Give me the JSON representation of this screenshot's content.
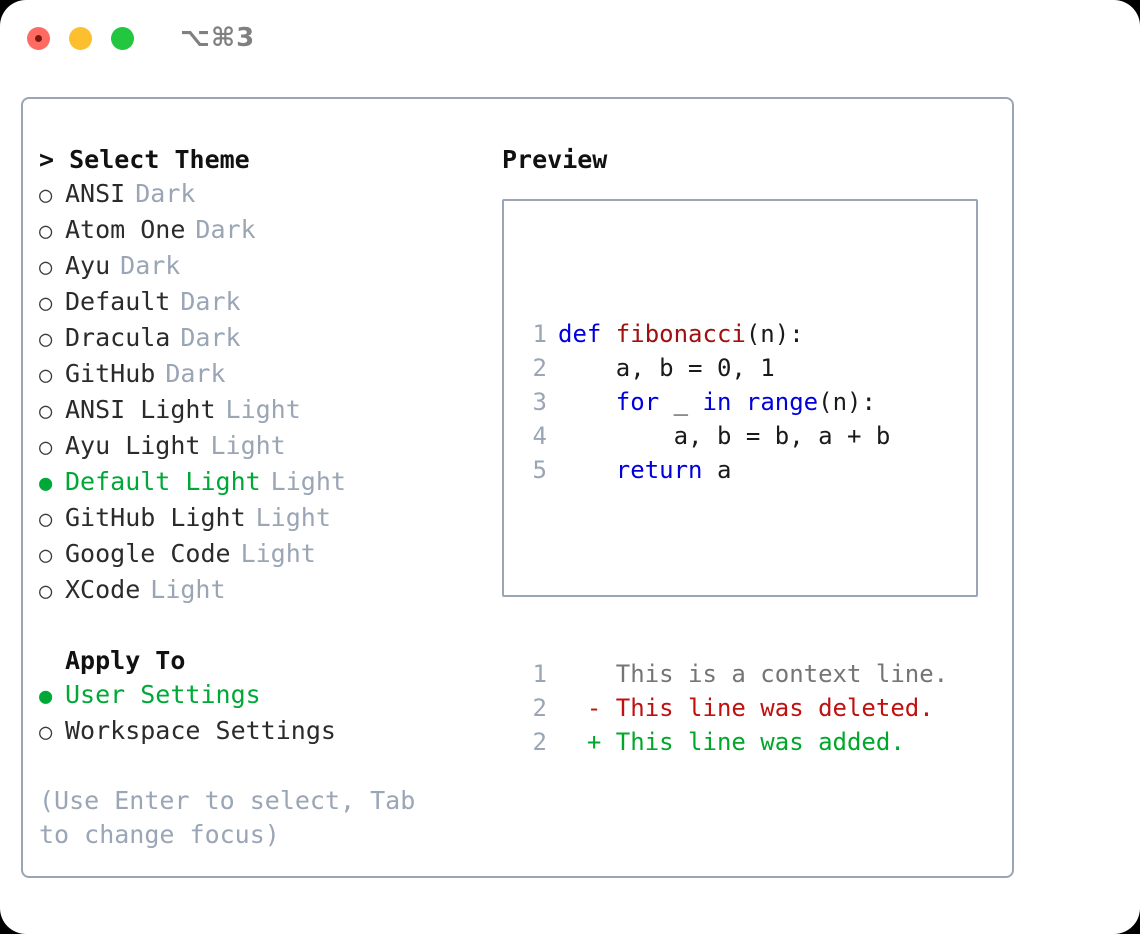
{
  "window": {
    "title_shortcut": "⌥⌘3",
    "traffic_lights": [
      {
        "name": "close",
        "color": "#ff6b60"
      },
      {
        "name": "minimize",
        "color": "#fcbf2e"
      },
      {
        "name": "maximize",
        "color": "#22c63f"
      }
    ]
  },
  "theme_picker": {
    "header": "> Select Theme",
    "options": [
      {
        "bullet": "○",
        "name": "ANSI",
        "tag": "Dark",
        "selected": false
      },
      {
        "bullet": "○",
        "name": "Atom One",
        "tag": "Dark",
        "selected": false
      },
      {
        "bullet": "○",
        "name": "Ayu",
        "tag": "Dark",
        "selected": false
      },
      {
        "bullet": "○",
        "name": "Default",
        "tag": "Dark",
        "selected": false
      },
      {
        "bullet": "○",
        "name": "Dracula",
        "tag": "Dark",
        "selected": false
      },
      {
        "bullet": "○",
        "name": "GitHub",
        "tag": "Dark",
        "selected": false
      },
      {
        "bullet": "○",
        "name": "ANSI Light",
        "tag": "Light",
        "selected": false
      },
      {
        "bullet": "○",
        "name": "Ayu Light",
        "tag": "Light",
        "selected": false
      },
      {
        "bullet": "●",
        "name": "Default Light",
        "tag": "Light",
        "selected": true
      },
      {
        "bullet": "○",
        "name": "GitHub Light",
        "tag": "Light",
        "selected": false
      },
      {
        "bullet": "○",
        "name": "Google Code",
        "tag": "Light",
        "selected": false
      },
      {
        "bullet": "○",
        "name": "XCode",
        "tag": "Light",
        "selected": false
      }
    ]
  },
  "apply_to": {
    "header": "Apply To",
    "options": [
      {
        "bullet": "●",
        "name": "User Settings",
        "selected": true
      },
      {
        "bullet": "○",
        "name": "Workspace Settings",
        "selected": false
      }
    ]
  },
  "hint": "(Use Enter to select, Tab to change focus)",
  "preview": {
    "title": "Preview",
    "code_lines": [
      {
        "number": "1",
        "spans": [
          {
            "text": "def ",
            "style": "kw"
          },
          {
            "text": "fibonacci",
            "style": "fn"
          },
          {
            "text": "(n):",
            "style": "pln"
          }
        ]
      },
      {
        "number": "2",
        "spans": [
          {
            "text": "    a, b = 0, 1",
            "style": "pln"
          }
        ]
      },
      {
        "number": "3",
        "spans": [
          {
            "text": "    ",
            "style": "pln"
          },
          {
            "text": "for",
            "style": "kw"
          },
          {
            "text": " _ ",
            "style": "pln"
          },
          {
            "text": "in",
            "style": "kw"
          },
          {
            "text": " ",
            "style": "pln"
          },
          {
            "text": "range",
            "style": "kw"
          },
          {
            "text": "(n):",
            "style": "pln"
          }
        ]
      },
      {
        "number": "4",
        "spans": [
          {
            "text": "        a, b = b, a + b",
            "style": "pln"
          }
        ]
      },
      {
        "number": "5",
        "spans": [
          {
            "text": "    ",
            "style": "pln"
          },
          {
            "text": "return",
            "style": "kw"
          },
          {
            "text": " a",
            "style": "pln"
          }
        ]
      }
    ],
    "diff_lines": [
      {
        "number": "1",
        "marker": "  ",
        "text": "This is a context line.",
        "kind": "context"
      },
      {
        "number": "2",
        "marker": "- ",
        "text": "This line was deleted.",
        "kind": "deleted"
      },
      {
        "number": "2",
        "marker": "+ ",
        "text": "This line was added.",
        "kind": "added"
      }
    ]
  },
  "colors": {
    "accent_green": "#00a838",
    "muted": "#9aa5b5",
    "keyword_blue": "#0000dd",
    "function_red": "#a01010",
    "diff_deleted": "#c01010",
    "diff_added": "#00a82a",
    "border": "#9aa5b5"
  }
}
